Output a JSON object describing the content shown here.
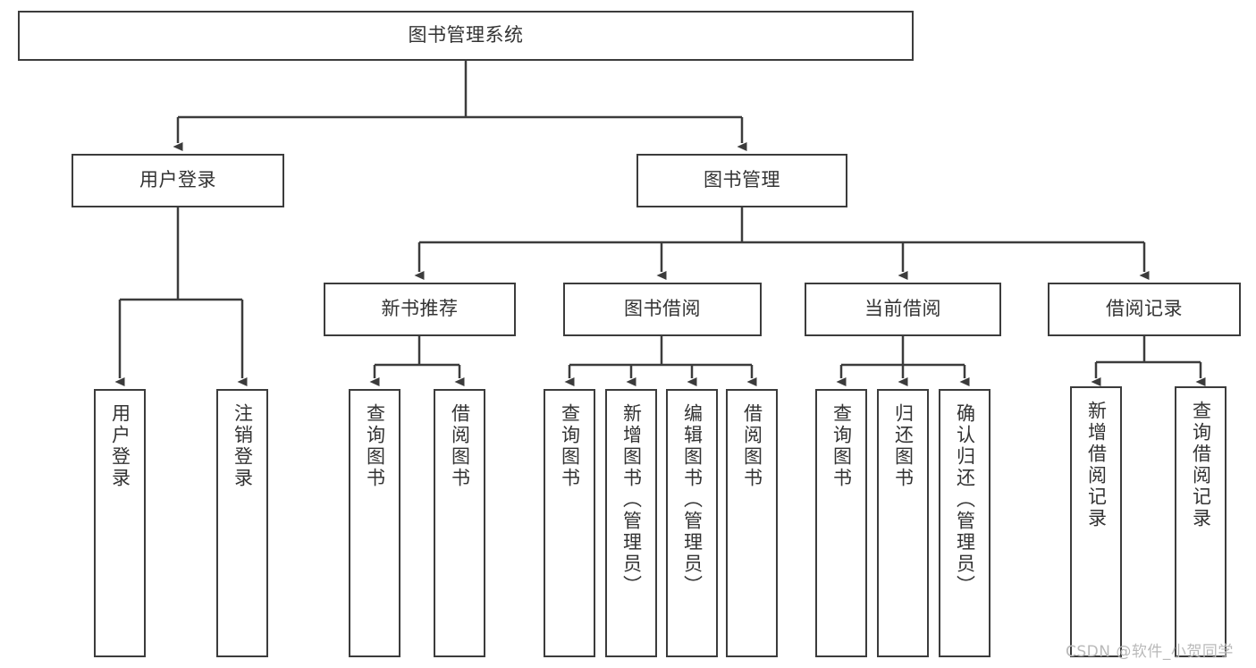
{
  "diagram": {
    "title": "图书管理系统",
    "type": "tree-hierarchy",
    "orientation": "top-down",
    "colors": {
      "box_border": "#3c3c3c",
      "box_fill": "#ffffff",
      "text": "#333333",
      "edge": "#3c3c3c",
      "watermark": "#b9b9b9",
      "background": "#ffffff"
    }
  },
  "root": {
    "label": "图书管理系统"
  },
  "level2": [
    {
      "label": "用户登录"
    },
    {
      "label": "图书管理"
    }
  ],
  "level3": [
    {
      "label": "新书推荐"
    },
    {
      "label": "图书借阅"
    },
    {
      "label": "当前借阅"
    },
    {
      "label": "借阅记录"
    }
  ],
  "leaves": {
    "user_login": [
      {
        "label": "用户登录"
      },
      {
        "label": "注销登录"
      }
    ],
    "new_book": [
      {
        "label": "查询图书"
      },
      {
        "label": "借阅图书"
      }
    ],
    "book_borrow": [
      {
        "label": "查询图书"
      },
      {
        "label": "新增图书（管理员）"
      },
      {
        "label": "编辑图书（管理员）"
      },
      {
        "label": "借阅图书"
      }
    ],
    "current_borrow": [
      {
        "label": "查询图书"
      },
      {
        "label": "归还图书"
      },
      {
        "label": "确认归还（管理员）"
      }
    ],
    "borrow_record": [
      {
        "label": "新增借阅记录"
      },
      {
        "label": "查询借阅记录"
      }
    ]
  },
  "watermark": {
    "text": "CSDN @软件_小贺同学"
  }
}
